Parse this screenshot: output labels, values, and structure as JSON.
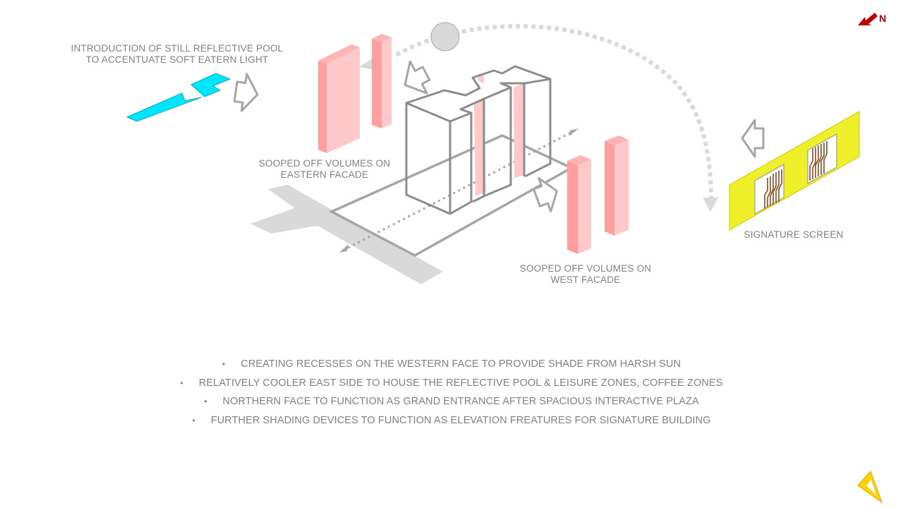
{
  "labels": {
    "pool_line1": "INTRODUCTION  OF STILL REFLECTIVE POOL",
    "pool_line2": "TO ACCENTUATE  SOFT EATERN LIGHT",
    "east_line1": "SOOPED OFF VOLUMES ON",
    "east_line2": "EASTERN FACADE",
    "west_line1": "SOOPED OFF VOLUMES ON",
    "west_line2": "WEST FACADE",
    "screen": "SIGNATURE  SCREEN",
    "north": "N"
  },
  "bullets": [
    "CREATING  RECESSES ON THE  WESTERN FACE TO PROVIDE SHADE FROM HARSH  SUN",
    "RELATIVELY  COOLER EAST SIDE TO HOUSE THE REFLECTIVE POOL & LEISURE ZONES,  COFFEE ZONES",
    "NORTHERN FACE TO FUNCTION AS GRAND ENTRANCE AFTER SPACIOUS INTERACTIVE  PLAZA",
    "FURTHER SHADING DEVICES TO FUNCTION AS ELEVATION  FREATURES FOR SIGNATURE  BUILDING"
  ],
  "bullet_symbol": "•",
  "colors": {
    "pool": "#00e5ff",
    "shade_volume": "#ffc9c9",
    "shade_volume_side": "#ff9e9e",
    "screen": "#f2f22e",
    "north_arrow": "#c00000",
    "sun": "#d9d9d9",
    "building_line": "#808080",
    "path": "#d9d9d9"
  },
  "icons": [
    "north-arrow-icon",
    "sun-icon",
    "wind-arrow-icon",
    "set-square-logo-icon"
  ]
}
